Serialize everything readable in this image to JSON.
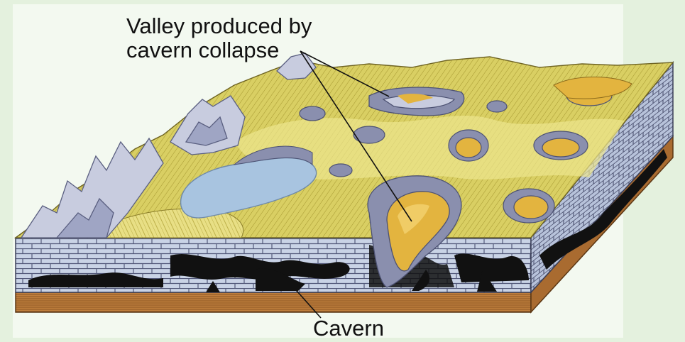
{
  "labels": {
    "valley_line1": "Valley produced by",
    "valley_line2": "cavern collapse",
    "cavern": "Cavern"
  },
  "colors": {
    "page_tint": "#e4f1de",
    "grass": "#d9cf63",
    "grass_dark": "#b7a93a",
    "grass_light": "#ece58f",
    "orange_fill": "#e3b43f",
    "rock_blue": "#c8ccdf",
    "rock_shadow": "#8a8fae",
    "lake": "#a8c4e0",
    "limestone": "#c9d3e6",
    "cavern_black": "#111111",
    "base_brown": "#b9783a",
    "ink": "#111111"
  },
  "icons": {
    "leader": "leader-line"
  }
}
